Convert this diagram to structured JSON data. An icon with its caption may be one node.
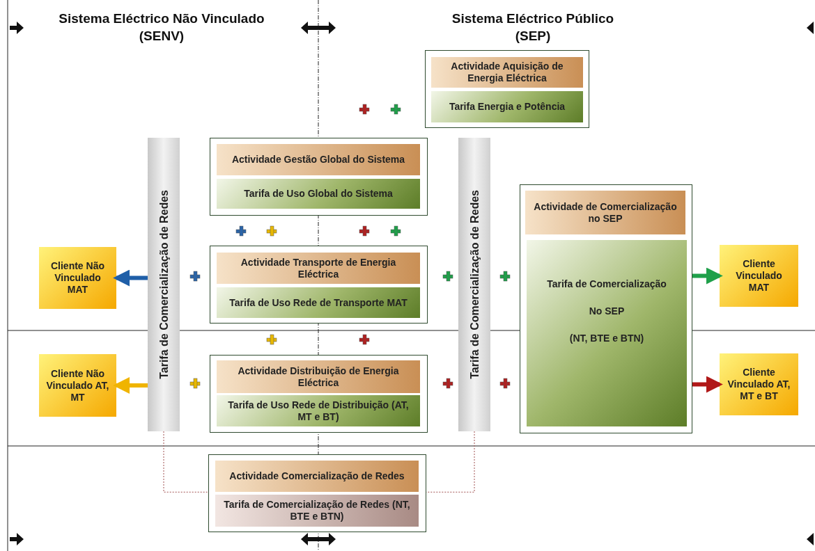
{
  "diagram": {
    "nodes": [
      {
        "text": [],
        "shape": "box"
      },
      {
        "text": [
          "Actividade Aquisição de Energia Eléctrica"
        ],
        "in": 0
      },
      {
        "text": [
          "Tarifa Energia e Potência"
        ],
        "in": 0
      },
      {
        "text": [
          "Tarifa de Comercialização de Redes"
        ]
      },
      {
        "text": [],
        "shape": "box"
      },
      {
        "text": [
          "Actividade Gestão Global do Sistema"
        ],
        "in": 4
      },
      {
        "text": [
          "Tarifa de Uso Global do Sistema"
        ],
        "in": 4
      },
      {
        "text": [
          "Tarifa de Comercialização de Redes"
        ]
      },
      {
        "text": [],
        "shape": "box"
      },
      {
        "text": [
          "Actividade de Comercialização no SEP"
        ],
        "in": 8
      },
      {
        "text": [
          "Tarifa de Comercialização",
          "No SEP",
          "(NT, BTE e BTN)"
        ],
        "in": 8
      },
      {
        "text": [
          "Cliente Não Vinculado MAT"
        ]
      },
      {
        "text": [],
        "shape": "box"
      },
      {
        "text": [
          "Actividade Transporte de Energia Eléctrica"
        ],
        "in": 12
      },
      {
        "text": [
          "Tarifa de Uso Rede de Transporte MAT"
        ],
        "in": 12
      },
      {
        "text": [
          "Cliente Vinculado MAT"
        ]
      },
      {
        "text": [
          "Cliente Não Vinculado AT, MT"
        ]
      },
      {
        "text": [],
        "shape": "box"
      },
      {
        "text": [
          "Actividade Distribuição de Energia Eléctrica"
        ],
        "in": 17
      },
      {
        "text": [
          "Tarifa de Uso Rede de Distribuição (AT, MT e BT)"
        ],
        "in": 17
      },
      {
        "text": [
          "Cliente Vinculado AT, MT e BT"
        ]
      },
      {
        "text": [],
        "shape": "box"
      },
      {
        "text": [
          "Actividade Comercialização de Redes"
        ],
        "in": 21
      },
      {
        "text": [
          "Tarifa de Comercialização de Redes (NT, BTE e BTN)"
        ],
        "in": 21
      }
    ],
    "edges": [
      {
        "from": 3,
        "to": 11,
        "arrow": "to",
        "color": "#1f5fa8"
      },
      {
        "from": 3,
        "to": 16,
        "arrow": "to",
        "color": "#f0b400"
      },
      {
        "from": 8,
        "to": 15,
        "arrow": "to",
        "color": "#1fa04a"
      },
      {
        "from": 8,
        "to": 20,
        "arrow": "to",
        "color": "#b01818"
      },
      {
        "from": 3,
        "to": 21,
        "arrow": "none",
        "style": "dashed",
        "color": "#a05050"
      },
      {
        "from": 7,
        "to": 21,
        "arrow": "none",
        "style": "dashed",
        "color": "#a05050"
      }
    ],
    "labels": [
      "Sistema Eléctrico Não Vinculado (SENV)",
      "Sistema Eléctrico Público (SEP)"
    ]
  }
}
